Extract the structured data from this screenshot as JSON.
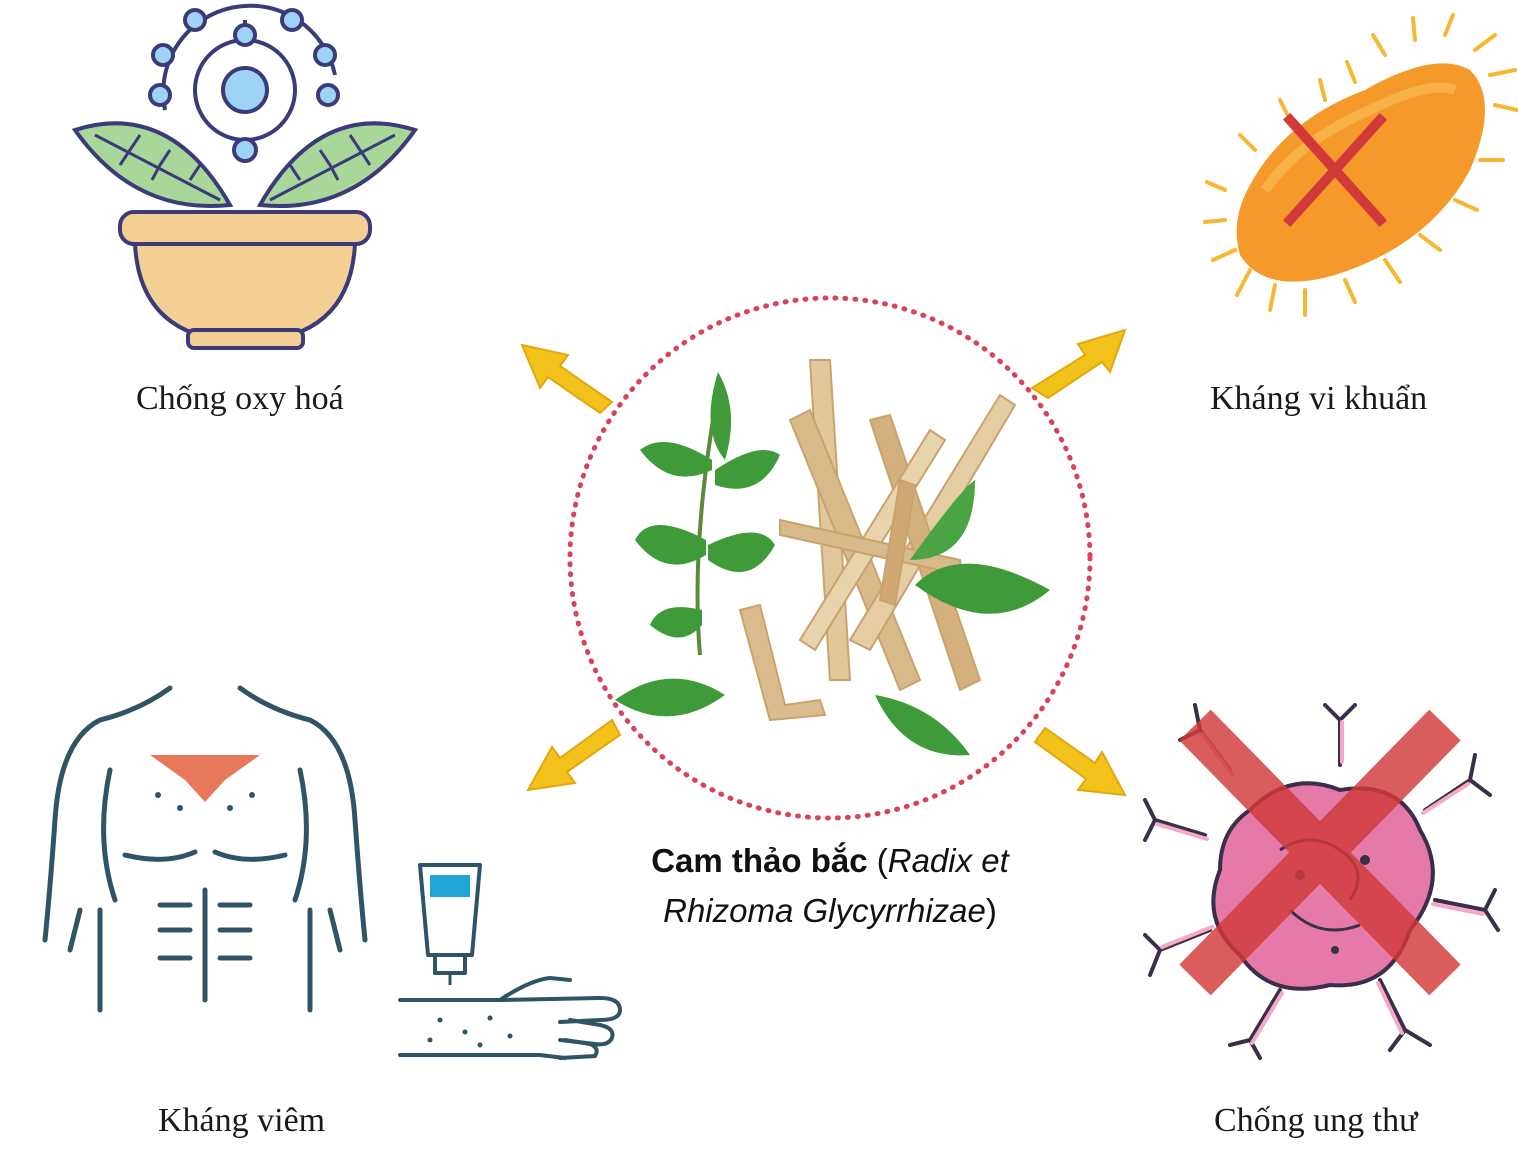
{
  "center": {
    "name_bold": "Cam thảo bắc",
    "paren_open": " (",
    "latin_line1": "Radix et",
    "latin_line2": "Rhizoma Glycyrrhizae",
    "paren_close": ")"
  },
  "effects": [
    {
      "label": "Chống oxy hoá",
      "icon": "plant-bowl-atom-icon"
    },
    {
      "label": "Kháng vi khuẩn",
      "icon": "bacteria-crossed-icon"
    },
    {
      "label": "Kháng viêm",
      "icon": "torso-ointment-icon"
    },
    {
      "label": "Chống ung thư",
      "icon": "cancer-cell-crossed-icon"
    }
  ],
  "colors": {
    "arrow": "#f2c21b",
    "circle_dots": "#d9435a",
    "leaf": "#3f9a3a",
    "root": "#d8b98a",
    "bowl": "#f4cf93",
    "bacteria": "#f59a2a",
    "cross": "#d23a3a",
    "body_line": "#2e5466"
  }
}
